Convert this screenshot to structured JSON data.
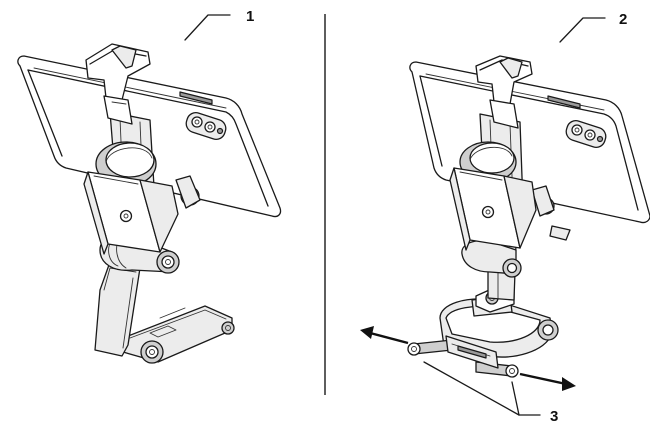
{
  "figure": {
    "callouts": {
      "left_view": "1",
      "right_view": "2",
      "side_arms": "3"
    }
  }
}
